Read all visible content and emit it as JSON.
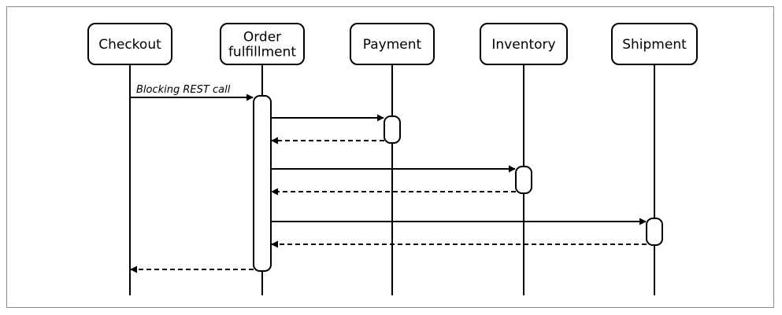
{
  "diagram": {
    "actors": [
      {
        "id": "checkout",
        "lines": [
          "Checkout"
        ]
      },
      {
        "id": "order-fulfillment",
        "lines": [
          "Order",
          "fulfillment"
        ]
      },
      {
        "id": "payment",
        "lines": [
          "Payment"
        ]
      },
      {
        "id": "inventory",
        "lines": [
          "Inventory"
        ]
      },
      {
        "id": "shipment",
        "lines": [
          "Shipment"
        ]
      }
    ],
    "messages": [
      {
        "from": "checkout",
        "to": "order-fulfillment",
        "style": "solid",
        "label": "Blocking REST call"
      },
      {
        "from": "order-fulfillment",
        "to": "payment",
        "style": "solid",
        "label": ""
      },
      {
        "from": "payment",
        "to": "order-fulfillment",
        "style": "dashed",
        "label": ""
      },
      {
        "from": "order-fulfillment",
        "to": "inventory",
        "style": "solid",
        "label": ""
      },
      {
        "from": "inventory",
        "to": "order-fulfillment",
        "style": "dashed",
        "label": ""
      },
      {
        "from": "order-fulfillment",
        "to": "shipment",
        "style": "solid",
        "label": ""
      },
      {
        "from": "shipment",
        "to": "order-fulfillment",
        "style": "dashed",
        "label": ""
      },
      {
        "from": "order-fulfillment",
        "to": "checkout",
        "style": "dashed",
        "label": ""
      }
    ]
  }
}
